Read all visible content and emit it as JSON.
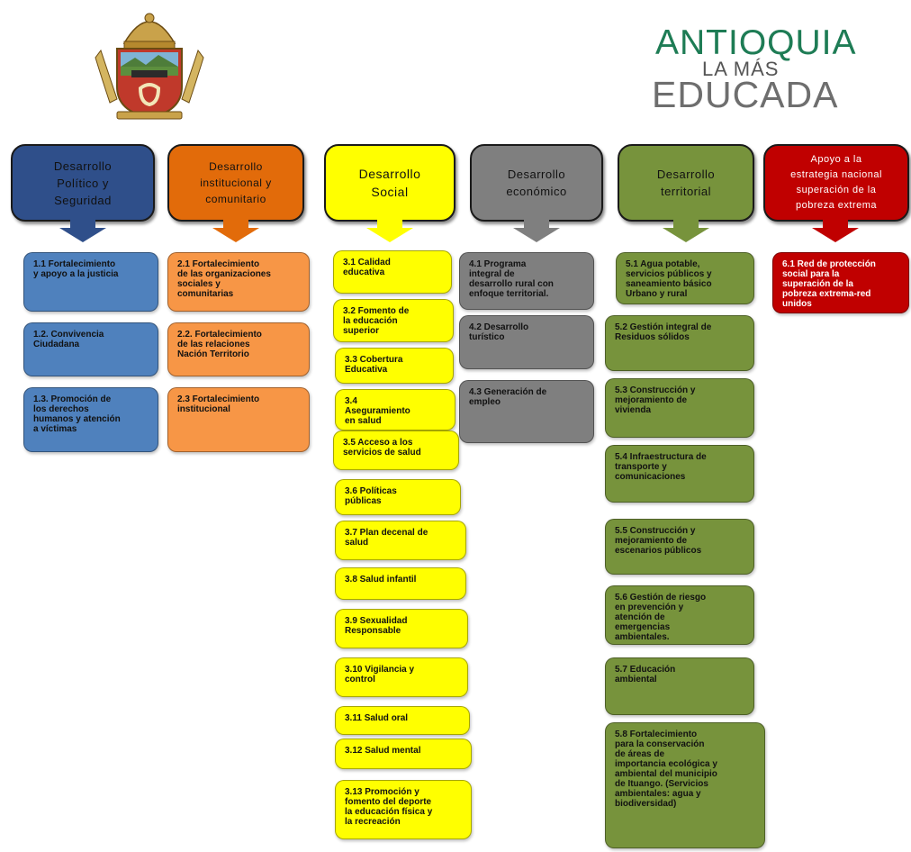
{
  "logo_right": {
    "line1": "ANTIOQUIA",
    "line2": "LA MÁS",
    "line3": "EDUCADA"
  },
  "columns": [
    {
      "id": "c1",
      "color": "#2f4f8a",
      "item_color": "#4f81bd",
      "text_color": "#111111",
      "header": "Desarrollo\nPolítico y\nSeguridad",
      "items": [
        "1.1 Fortalecimiento\ny apoyo a la justicia",
        "1.2. Convivencia\nCiudadana",
        "1.3. Promoción de\nlos  derechos\nhumanos y atención\na víctimas"
      ]
    },
    {
      "id": "c2",
      "color": "#e26b0a",
      "item_color": "#f79646",
      "text_color": "#111111",
      "header": "Desarrollo\ninstitucional y\ncomunitario",
      "items": [
        "2.1 Fortalecimiento\nde las organizaciones\nsociales y\ncomunitarias",
        "2.2. Fortalecimiento\nde las relaciones\nNación Territorio",
        "2.3 Fortalecimiento\ninstitucional"
      ]
    },
    {
      "id": "c3",
      "color": "#ffff00",
      "item_color": "#ffff00",
      "text_color": "#111111",
      "header": "Desarrollo\nSocial",
      "items": [
        "3.1 Calidad\neducativa",
        "3.2 Fomento de\nla educación\nsuperior",
        "3.3 Cobertura\nEducativa",
        "3.4\nAseguramiento\nen salud",
        "3.5 Acceso a los\nservicios de salud",
        "3.6 Políticas\npúblicas",
        "3.7 Plan decenal de\nsalud",
        "3.8 Salud infantil",
        "3.9 Sexualidad\nResponsable",
        "3.10 Vigilancia y\ncontrol",
        "3.11 Salud oral",
        "3.12 Salud mental",
        "3.13 Promoción y\nfomento del deporte\nla educación física y\nla recreación"
      ]
    },
    {
      "id": "c4",
      "color": "#7f7f7f",
      "item_color": "#7f7f7f",
      "text_color": "#111111",
      "header": "Desarrollo\neconómico",
      "items": [
        "4.1  Programa\nintegral de\ndesarrollo rural con\nenfoque territorial.",
        "4.2  Desarrollo\nturístico",
        "4.3 Generación de\nempleo"
      ]
    },
    {
      "id": "c5",
      "color": "#77933c",
      "item_color": "#77933c",
      "text_color": "#111111",
      "header": "Desarrollo\nterritorial",
      "items": [
        "5.1 Agua potable,\nservicios públicos y\nsaneamiento básico\nUrbano y rural",
        "5.2 Gestión integral de\nResiduos sólidos",
        "5.3  Construcción y\nmejoramiento de\nvivienda",
        "5.4  Infraestructura de\ntransporte y\ncomunicaciones",
        "5.5  Construcción y\nmejoramiento de\nescenarios públicos",
        "5.6 Gestión de riesgo\nen prevención y\natención de\nemergencias\nambientales.",
        "5.7  Educación\nambiental",
        "5.8  Fortalecimiento\npara la conservación\nde áreas de\nimportancia ecológica y\nambiental del municipio\nde Ituango. (Servicios\nambientales: agua y\nbiodiversidad)"
      ]
    },
    {
      "id": "c6",
      "color": "#c00000",
      "item_color": "#c00000",
      "text_color": "#ffffff",
      "header": "Apoyo a la\nestrategia nacional\nsuperación de la\npobreza extrema",
      "items": [
        "6.1 Red de protección\nsocial para la\nsuperación de la\npobreza extrema-red\nunidos"
      ]
    }
  ]
}
